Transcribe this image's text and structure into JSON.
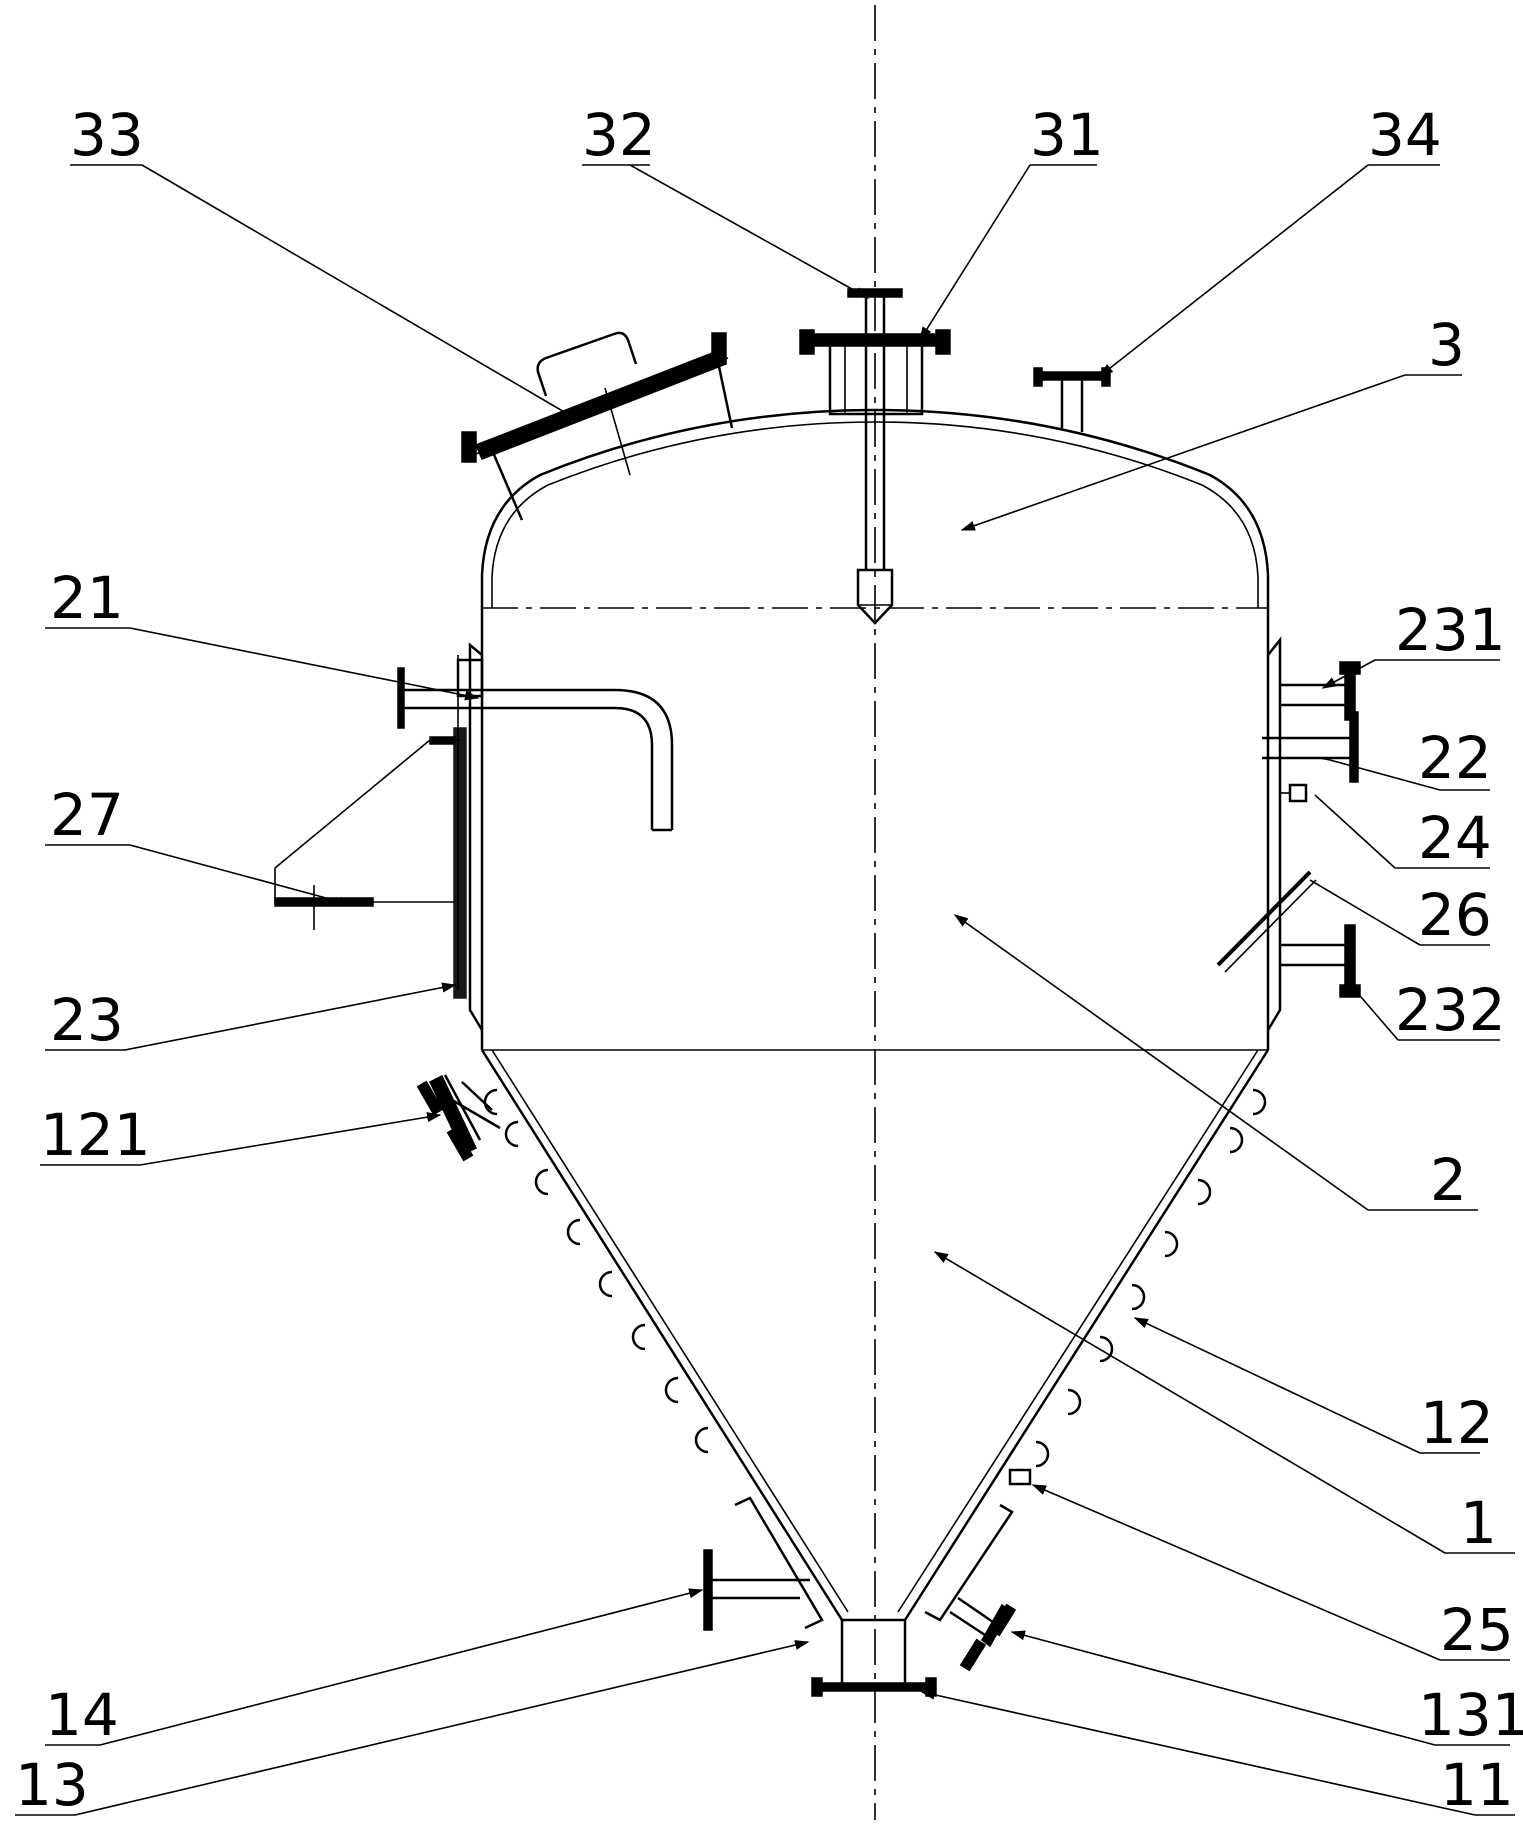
{
  "labels": {
    "l33": "33",
    "l32": "32",
    "l31": "31",
    "l34": "34",
    "l3": "3",
    "l21": "21",
    "l231": "231",
    "l22": "22",
    "l27": "27",
    "l24": "24",
    "l26": "26",
    "l23": "23",
    "l232": "232",
    "l121": "121",
    "l2": "2",
    "l12": "12",
    "l1": "1",
    "l25": "25",
    "l14": "14",
    "l131": "131",
    "l13": "13",
    "l11": "11"
  }
}
